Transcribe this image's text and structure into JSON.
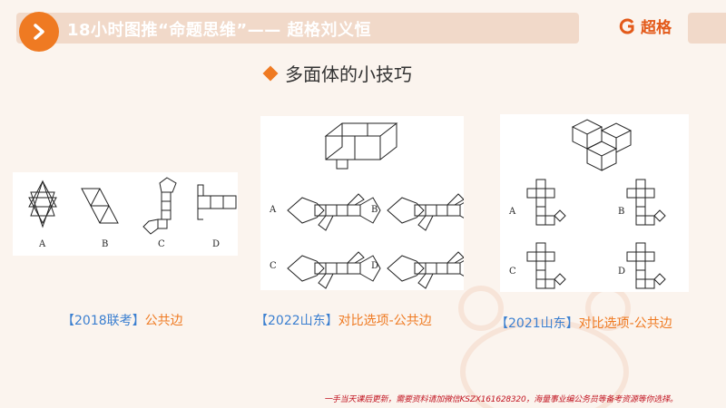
{
  "header": {
    "title": "18小时图推“命题思维”—— 超格刘义恒",
    "brand": "超格",
    "accent": "#ef7a22"
  },
  "section": {
    "title": "多面体的小技巧"
  },
  "figures": [
    {
      "options": [
        "A",
        "B",
        "C",
        "D"
      ],
      "caption": {
        "year": "【2018联考】",
        "topic": "公共边"
      }
    },
    {
      "options": [
        "A",
        "B",
        "C",
        "D"
      ],
      "caption": {
        "year": "【2022山东】",
        "topic": "对比选项-公共边"
      }
    },
    {
      "options": [
        "A",
        "B",
        "C",
        "D"
      ],
      "caption": {
        "year": "【2021山东】",
        "topic": "对比选项-公共边"
      }
    }
  ],
  "footer": {
    "notice": "一手当天课后更新，需要资料请加微信KSZX161628320，海量事业编公务员等备考资源等你选择。"
  },
  "colors": {
    "background": "#fbf4ee",
    "header_bar": "#f1d9c9",
    "caption_blue": "#3b7fd0",
    "caption_orange": "#ef7a22",
    "footer_red": "#c1121f"
  }
}
